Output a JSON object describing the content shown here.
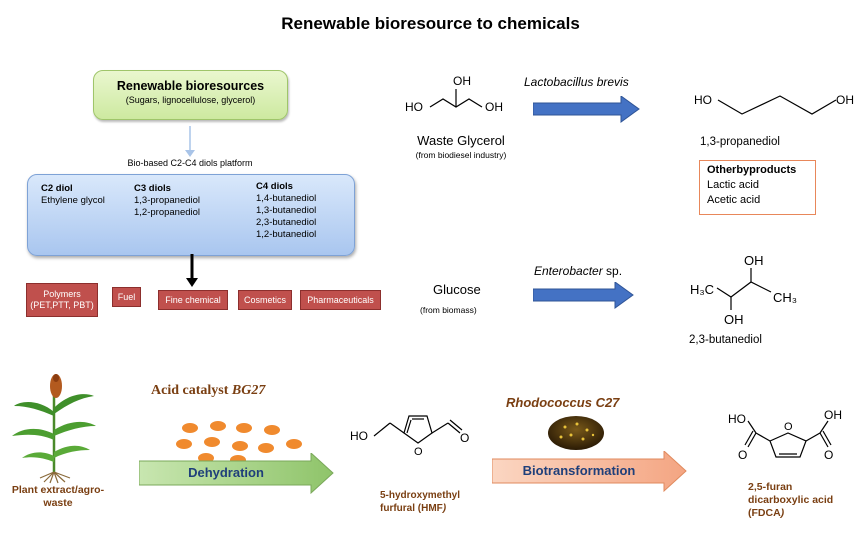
{
  "title": "Renewable bioresource to chemicals",
  "bioresources": {
    "title": "Renewable bioresources",
    "subtitle": "(Sugars, lignocellulose, glycerol)"
  },
  "platform_label": "Bio-based C2-C4 diols platform",
  "diols": {
    "c2": {
      "heading": "C2 diol",
      "items": [
        "Ethylene glycol"
      ]
    },
    "c3": {
      "heading": "C3 diols",
      "items": [
        "1,3-propanediol",
        "1,2-propanediol"
      ]
    },
    "c4": {
      "heading": "C4 diols",
      "items": [
        "1,4-butanediol",
        "1,3-butanediol",
        "2,3-butanediol",
        "1,2-butanediol"
      ]
    }
  },
  "applications": [
    "Polymers (PET,PTT, PBT)",
    "Fuel",
    "Fine chemical",
    "Cosmetics",
    "Pharmaceuticals"
  ],
  "glycerol_route": {
    "organism": "Lactobacillus brevis",
    "substrate": "Waste Glycerol",
    "substrate_note": "(from biodiesel industry)",
    "product": "1,3-propanediol",
    "byproducts_title": "Otherbyproducts",
    "byproducts": [
      "Lactic acid",
      "Acetic acid"
    ]
  },
  "glucose_route": {
    "organism": "Enterobacter",
    "organism_suffix": " sp.",
    "substrate": "Glucose",
    "substrate_note": "(from biomass)",
    "product": "2,3-butanediol"
  },
  "hmf_route": {
    "plant_label": "Plant extract/agro-waste",
    "catalyst_label": "Acid catalyst ",
    "catalyst_name": "BG27",
    "step1": "Dehydration",
    "intermediate": "5-hydroxymethyl furfural (HMF",
    "intermediate_close": ")",
    "microbe": "Rhodococcus C27",
    "step2": "Biotransformation",
    "product": "2,5-furan dicarboxylic acid (FDCA",
    "product_close": ")"
  },
  "molecule_labels": {
    "oh": "OH",
    "ho": "HO",
    "h3c": "H₃C",
    "ch3": "CH₃",
    "o": "O"
  },
  "colors": {
    "green_box": "#cde9a0",
    "blue_box": "#a9c6ef",
    "red_box": "#c0504d",
    "blue_arrow": "#4472c4",
    "green_arrow": "#8fc46a",
    "orange_arrow": "#f4a582",
    "catalyst_dot": "#f08a2e",
    "brown_text": "#7a3f12"
  }
}
